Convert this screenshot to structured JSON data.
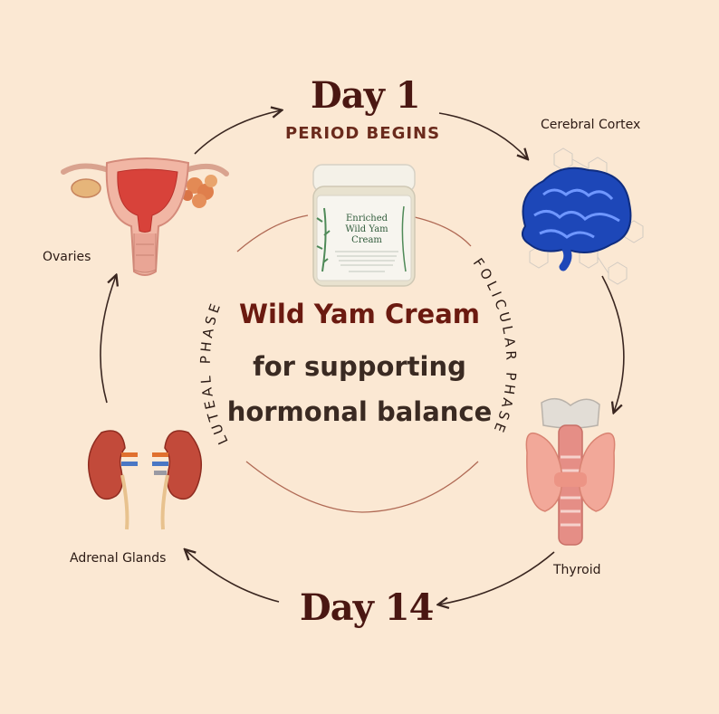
{
  "day1": {
    "title": "Day 1",
    "subtitle": "PERIOD BEGINS"
  },
  "day14": {
    "title": "Day 14"
  },
  "organs": {
    "cortex": "Cerebral Cortex",
    "ovaries": "Ovaries",
    "thyroid": "Thyroid",
    "adrenal": "Adrenal Glands"
  },
  "phases": {
    "follicular": "FOLICULAR PHASE",
    "luteal": "LUTEAL PHASE"
  },
  "center": {
    "line1": "Wild Yam Cream",
    "line2": "for supporting",
    "line3": "hormonal balance"
  },
  "jar": {
    "line1": "Enriched",
    "line2": "Wild Yam",
    "line3": "Cream"
  },
  "colors": {
    "background": "#fbe8d3",
    "accent": "#4a1712",
    "arrow": "#3a2620"
  }
}
